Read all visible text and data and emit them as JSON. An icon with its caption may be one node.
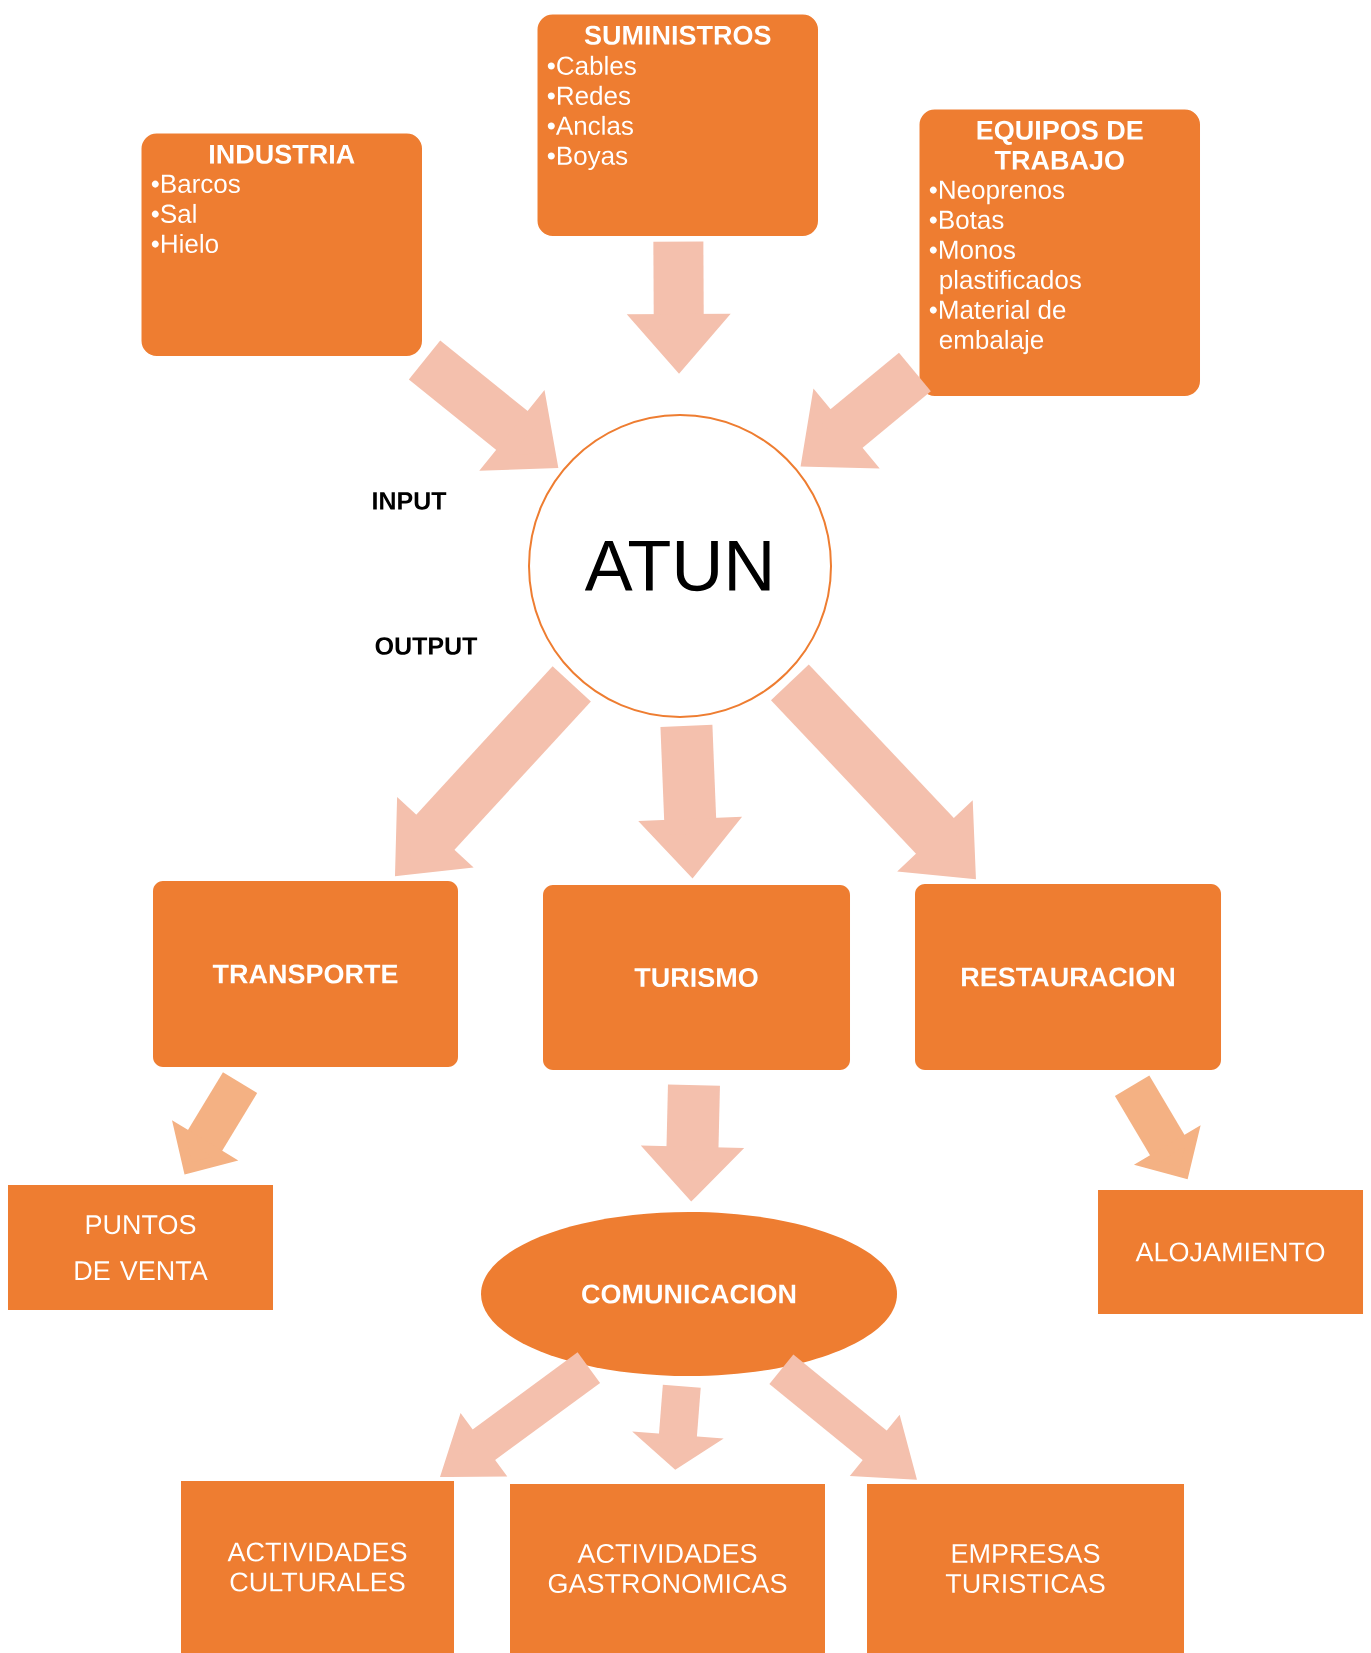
{
  "diagram": {
    "nodes": [
      {
        "text": [
          "INDUSTRIA",
          "•Barcos",
          "•Sal",
          "•Hielo"
        ]
      },
      {
        "text": [
          "SUMINISTROS",
          "•Cables",
          "•Redes",
          "•Anclas",
          "•Boyas"
        ]
      },
      {
        "text": [
          "EQUIPOS DE TRABAJO",
          "•Neoprenos",
          "•Botas",
          "•Monos plastificados",
          "•Material de embalaje"
        ]
      },
      {
        "text": [
          "ATUN"
        ]
      },
      {
        "text": [
          "TRANSPORTE"
        ]
      },
      {
        "text": [
          "TURISMO"
        ]
      },
      {
        "text": [
          "RESTAURACION"
        ]
      },
      {
        "text": [
          "PUNTOS DE VENTA"
        ]
      },
      {
        "text": [
          "COMUNICACION"
        ]
      },
      {
        "text": [
          "ALOJAMIENTO"
        ]
      },
      {
        "text": [
          "ACTIVIDADES CULTURALES"
        ]
      },
      {
        "text": [
          "ACTIVIDADES GASTRONOMICAS"
        ]
      },
      {
        "text": [
          "EMPRESAS TURISTICAS"
        ]
      }
    ],
    "edges": [
      {
        "from": 0,
        "to": 3,
        "arrow": "to"
      },
      {
        "from": 1,
        "to": 3,
        "arrow": "to"
      },
      {
        "from": 2,
        "to": 3,
        "arrow": "to"
      },
      {
        "from": 3,
        "to": 4,
        "arrow": "to"
      },
      {
        "from": 3,
        "to": 5,
        "arrow": "to"
      },
      {
        "from": 3,
        "to": 6,
        "arrow": "to"
      },
      {
        "from": 4,
        "to": 7,
        "arrow": "to",
        "color": "#f4b183"
      },
      {
        "from": 5,
        "to": 8,
        "arrow": "to"
      },
      {
        "from": 6,
        "to": 9,
        "arrow": "to",
        "color": "#f4b183"
      },
      {
        "from": 8,
        "to": 10,
        "arrow": "to"
      },
      {
        "from": 8,
        "to": 11,
        "arrow": "to"
      },
      {
        "from": 8,
        "to": 12,
        "arrow": "to"
      }
    ],
    "labels": [
      "INPUT",
      "OUTPUT"
    ]
  }
}
